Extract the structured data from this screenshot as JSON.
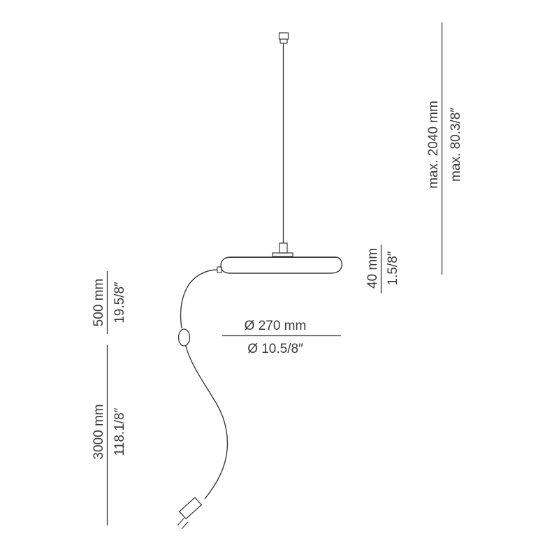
{
  "drawing": {
    "ink_color": "#3a3a3a",
    "background": "#ffffff"
  },
  "dimensions": {
    "suspension": {
      "metric": "max. 2040 mm",
      "imperial": "max. 80.3/8″"
    },
    "height": {
      "metric": "40 mm",
      "imperial": "1.5/8″"
    },
    "diameter": {
      "metric": "Ø 270 mm",
      "imperial": "Ø 10.5/8″"
    },
    "cable_to_switch": {
      "metric": "500 mm",
      "imperial": "19.5/8″"
    },
    "cable_to_plug": {
      "metric": "3000 mm",
      "imperial": "118.1/8″"
    }
  }
}
